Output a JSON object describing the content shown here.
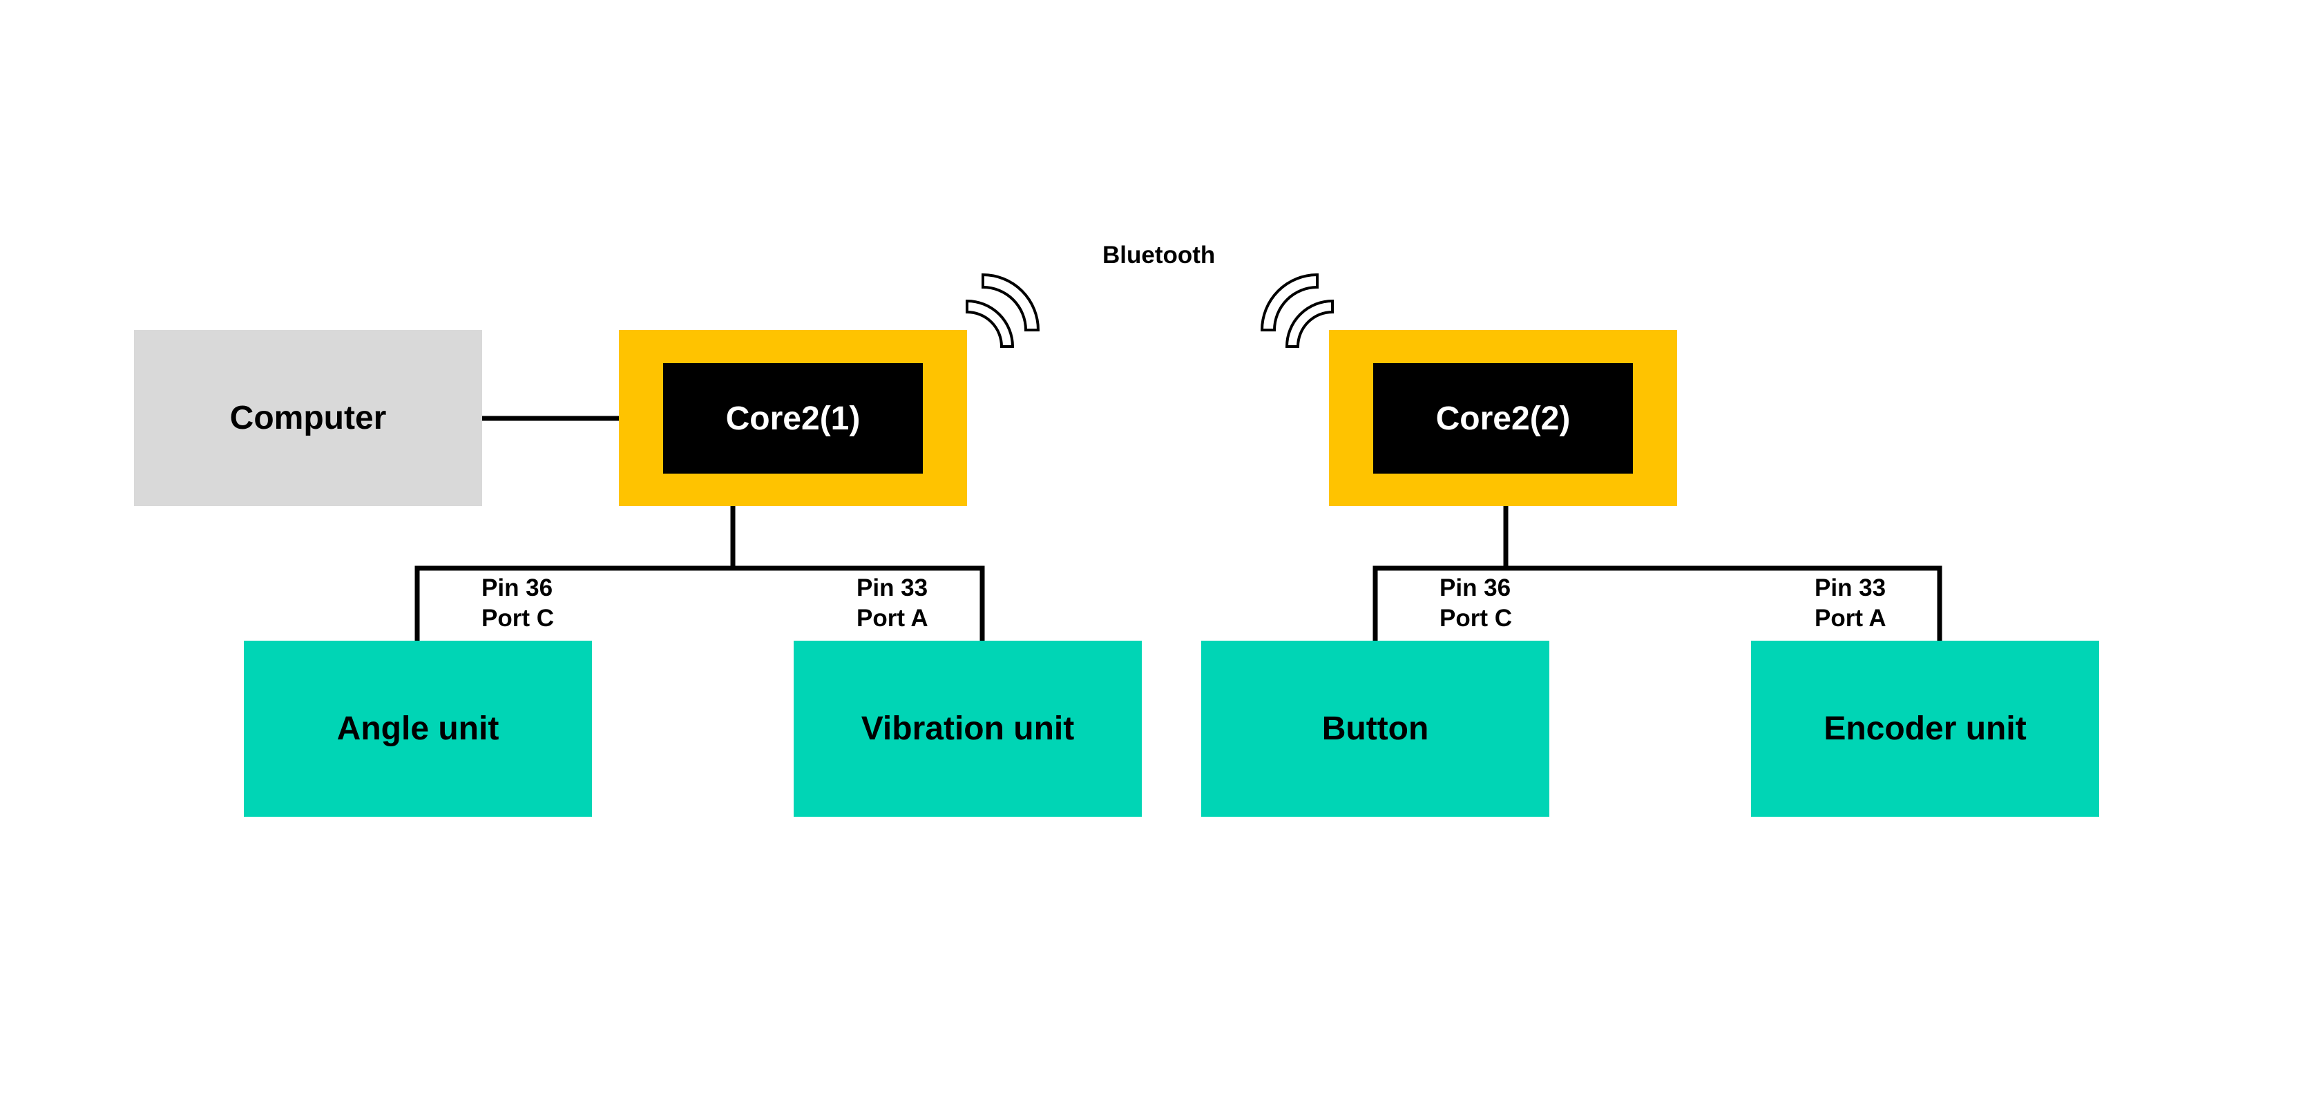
{
  "nodes": {
    "computer": "Computer",
    "core1": "Core2(1)",
    "core2": "Core2(2)",
    "angle_unit": "Angle unit",
    "vibration_unit": "Vibration unit",
    "button": "Button",
    "encoder_unit": "Encoder unit"
  },
  "connections": {
    "wireless_label": "Bluetooth",
    "core1_left_pin": "Pin 36",
    "core1_left_port": "Port C",
    "core1_right_pin": "Pin 33",
    "core1_right_port": "Port A",
    "core2_left_pin": "Pin 36",
    "core2_left_port": "Port C",
    "core2_right_pin": "Pin 33",
    "core2_right_port": "Port A"
  },
  "colors": {
    "core": "#ffc300",
    "unit": "#00d5b5",
    "computer": "#d9d9d9",
    "core_inner": "#000000"
  }
}
